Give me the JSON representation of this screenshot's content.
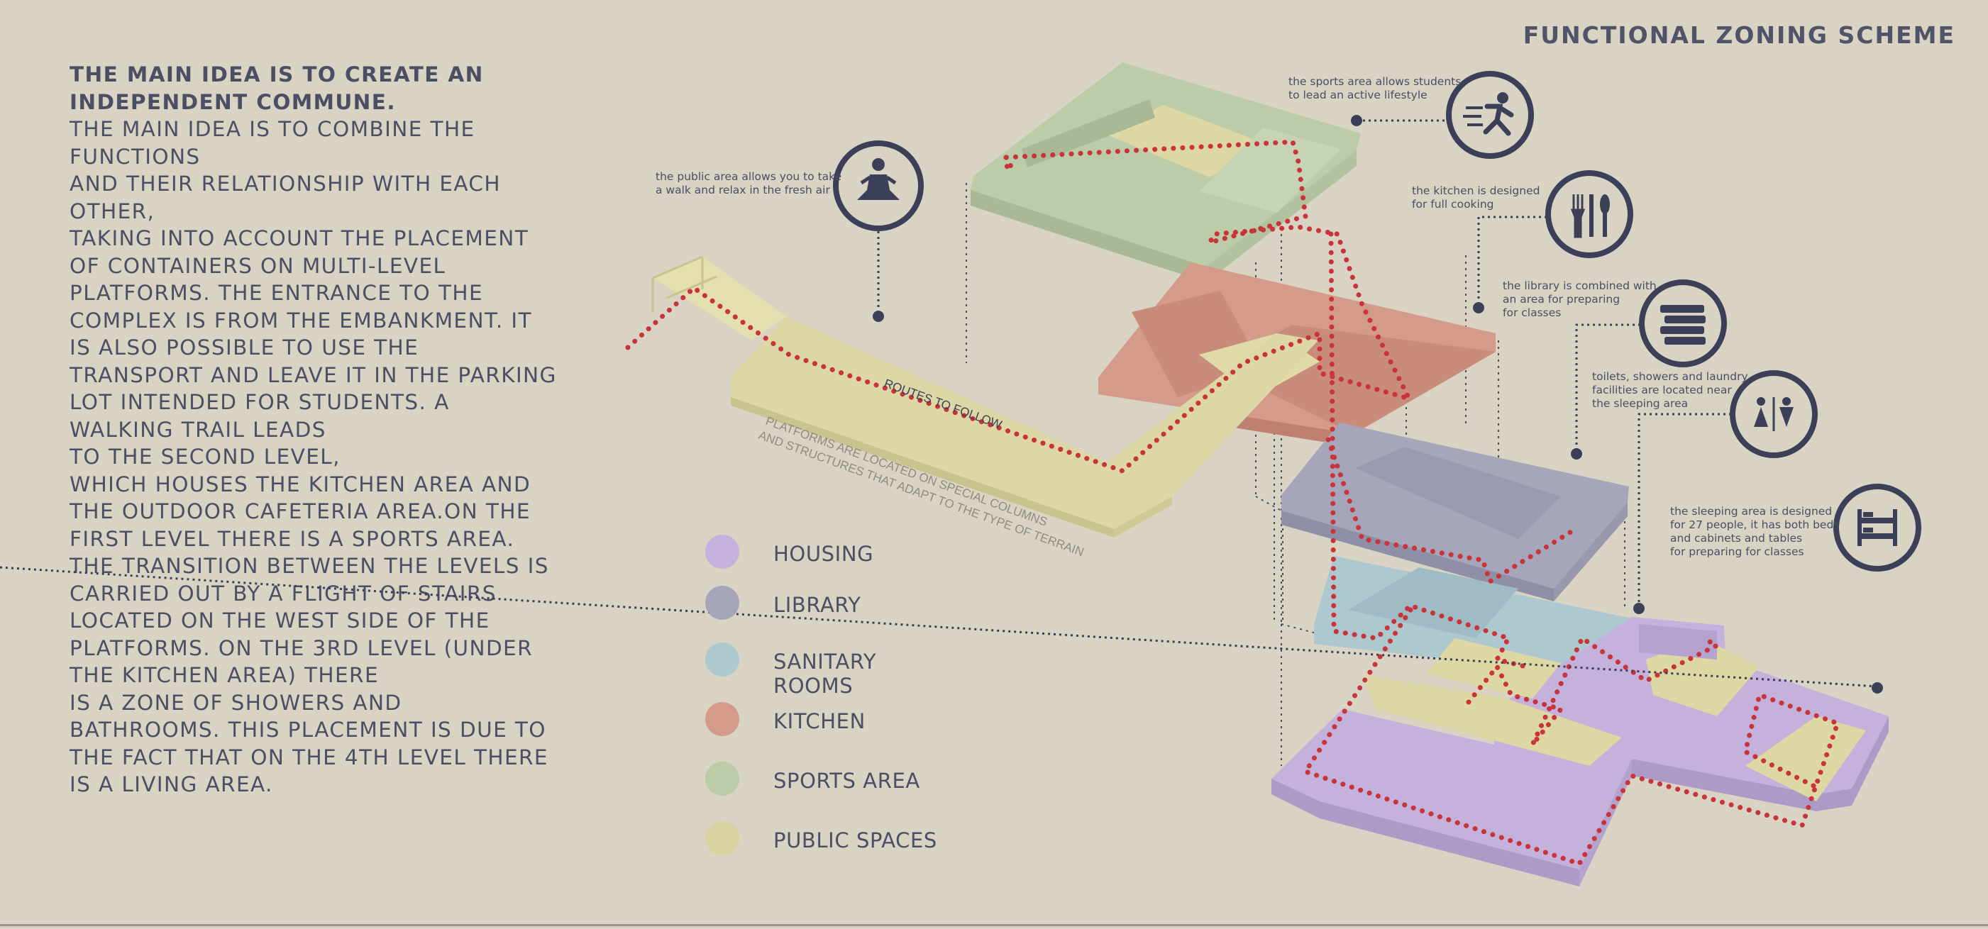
{
  "header": {
    "title": "FUNCTIONAL ZONING SCHEME"
  },
  "intro": {
    "lead": "THE MAIN IDEA IS TO CREATE AN INDEPENDENT COMMUNE.",
    "body": "THE MAIN IDEA IS TO COMBINE THE FUNCTIONS\nAND THEIR RELATIONSHIP WITH EACH OTHER,\nTAKING INTO ACCOUNT THE PLACEMENT OF CONTAINERS ON MULTI-LEVEL PLATFORMS. THE ENTRANCE TO THE COMPLEX IS FROM THE EMBANKMENT. IT IS ALSO POSSIBLE TO USE THE TRANSPORT AND LEAVE IT IN THE PARKING LOT INTENDED FOR STUDENTS. A WALKING TRAIL LEADS\nTO THE SECOND LEVEL,\nWHICH HOUSES THE KITCHEN AREA AND THE OUTDOOR CAFETERIA AREA.ON THE FIRST LEVEL THERE IS A SPORTS AREA. THE TRANSITION BETWEEN THE LEVELS IS CARRIED OUT BY A FLIGHT OF STAIRS LOCATED ON THE WEST SIDE OF THE PLATFORMS. ON THE 3RD LEVEL (UNDER THE KITCHEN AREA) THERE\nIS A ZONE OF SHOWERS AND BATHROOMS. THIS PLACEMENT IS DUE TO THE FACT THAT ON THE 4TH LEVEL THERE IS A LIVING AREA."
  },
  "diagram": {
    "route_label": "ROUTES TO FOLLOW",
    "platform_note_line1": "PLATFORMS ARE LOCATED ON SPECIAL COLUMNS",
    "platform_note_line2": "AND STRUCTURES THAT ADAPT TO THE TYPE OF TERRAIN",
    "route_color": "#c8343a",
    "ring_color": "#3b3f57"
  },
  "notes": {
    "public": "the public area allows you to take\na walk and relax in the fresh air",
    "sports": "the sports area allows students\n to lead an active lifestyle",
    "kitchen": "the kitchen is designed\nfor full cooking",
    "library": "the library is combined with\nan area for preparing\nfor classes",
    "sanitary": "toilets, showers and laundry\nfacilities are located near\nthe sleeping area",
    "sleeping": "the sleeping area is designed\nfor 27 people, it has both beds\nand cabinets and tables\nfor preparing for classes"
  },
  "legend": [
    {
      "label": "HOUSING",
      "color": "#c4b2dc"
    },
    {
      "label": "LIBRARY",
      "color": "#a5a6ba"
    },
    {
      "label": "SANITARY ROOMS",
      "color": "#aec8cf"
    },
    {
      "label": "KITCHEN",
      "color": "#d49a8a"
    },
    {
      "label": "SPORTS AREA",
      "color": "#bccba8"
    },
    {
      "label": "PUBLIC SPACES",
      "color": "#d9d3a0"
    }
  ],
  "icons": {
    "public": "meditation-person-icon",
    "sports": "running-person-icon",
    "kitchen": "cutlery-icon",
    "library": "stacked-books-icon",
    "sanitary": "restroom-icon",
    "sleeping": "bunk-bed-icon"
  }
}
